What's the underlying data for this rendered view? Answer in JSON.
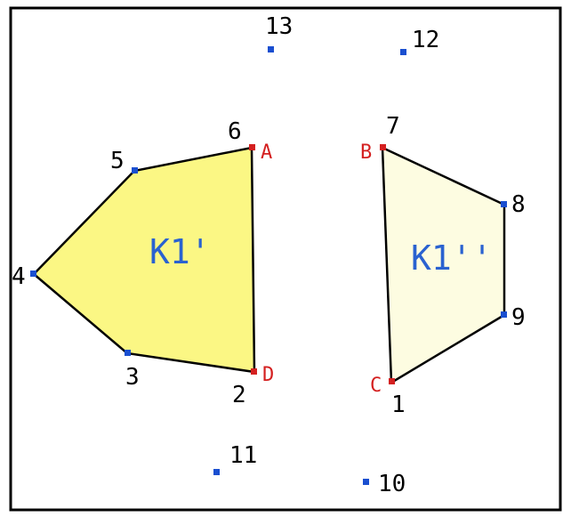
{
  "colors": {
    "frame": "#000000",
    "edge": "#000000",
    "polygon_left_fill": "#fbf784",
    "polygon_right_fill": "#fdfce1",
    "point": "#1a4fd0",
    "vertex_marker": "#d42020",
    "vertex_label": "#d42020",
    "region_label": "#2a62d0"
  },
  "regions": {
    "left": {
      "label": "K1'",
      "points": [
        "4",
        "5",
        "6",
        "2",
        "3"
      ]
    },
    "right": {
      "label": "K1''",
      "points": [
        "7",
        "8",
        "9",
        "1"
      ]
    }
  },
  "point_labels": [
    "1",
    "2",
    "3",
    "4",
    "5",
    "6",
    "7",
    "8",
    "9",
    "10",
    "11",
    "12",
    "13"
  ],
  "vertex_labels": [
    "A",
    "B",
    "C",
    "D"
  ]
}
